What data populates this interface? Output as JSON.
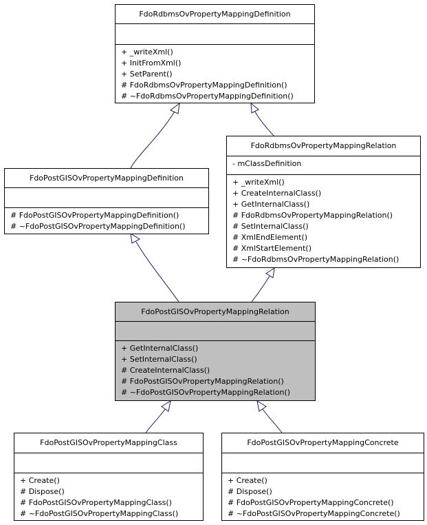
{
  "classes": {
    "base": {
      "name": "FdoRdbmsOvPropertyMappingDefinition",
      "attributes": [],
      "methods": [
        "+ _writeXml()",
        "+ InitFromXml()",
        "+ SetParent()",
        "# FdoRdbmsOvPropertyMappingDefinition()",
        "# ~FdoRdbmsOvPropertyMappingDefinition()"
      ]
    },
    "rdbms_relation": {
      "name": "FdoRdbmsOvPropertyMappingRelation",
      "attributes": [
        "- mClassDefinition"
      ],
      "methods": [
        "+ _writeXml()",
        "+ CreateInternalClass()",
        "+ GetInternalClass()",
        "# FdoRdbmsOvPropertyMappingRelation()",
        "# SetInternalClass()",
        "# XmlEndElement()",
        "# XmlStartElement()",
        "# ~FdoRdbmsOvPropertyMappingRelation()"
      ]
    },
    "pg_definition": {
      "name": "FdoPostGISOvPropertyMappingDefinition",
      "attributes": [],
      "methods": [
        "# FdoPostGISOvPropertyMappingDefinition()",
        "# ~FdoPostGISOvPropertyMappingDefinition()"
      ]
    },
    "pg_relation": {
      "name": "FdoPostGISOvPropertyMappingRelation",
      "attributes": [],
      "methods": [
        "+ GetInternalClass()",
        "+ SetInternalClass()",
        "# CreateInternalClass()",
        "# FdoPostGISOvPropertyMappingRelation()",
        "# ~FdoPostGISOvPropertyMappingRelation()"
      ]
    },
    "pg_class": {
      "name": "FdoPostGISOvPropertyMappingClass",
      "attributes": [],
      "methods": [
        "+ Create()",
        "# Dispose()",
        "# FdoPostGISOvPropertyMappingClass()",
        "# ~FdoPostGISOvPropertyMappingClass()"
      ]
    },
    "pg_concrete": {
      "name": "FdoPostGISOvPropertyMappingConcrete",
      "attributes": [],
      "methods": [
        "+ Create()",
        "# Dispose()",
        "# FdoPostGISOvPropertyMappingConcrete()",
        "# ~FdoPostGISOvPropertyMappingConcrete()"
      ]
    }
  },
  "colors": {
    "edge": "#191970",
    "highlight": "#bfbfbf",
    "border": "#000000"
  }
}
